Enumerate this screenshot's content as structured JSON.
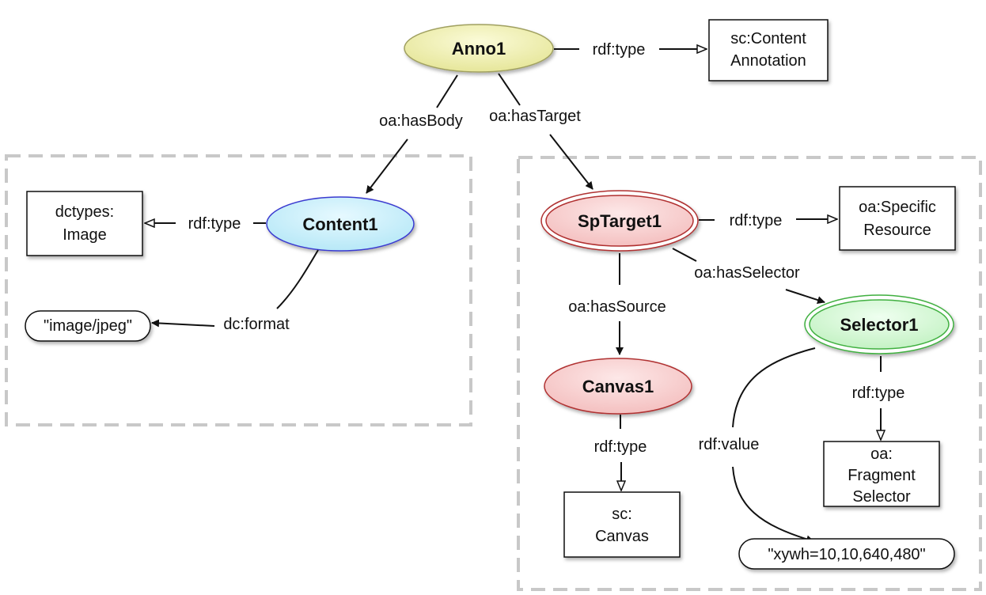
{
  "nodes": {
    "anno1": "Anno1",
    "content1": "Content1",
    "sptarget1": "SpTarget1",
    "canvas1": "Canvas1",
    "selector1": "Selector1"
  },
  "boxes": {
    "content_annotation": [
      "sc:Content",
      "Annotation"
    ],
    "image_type": [
      "dctypes:",
      "Image"
    ],
    "specific_resource": [
      "oa:Specific",
      "Resource"
    ],
    "canvas_type": [
      "sc:",
      "Canvas"
    ],
    "fragment_selector": [
      "oa:",
      "Fragment",
      "Selector"
    ]
  },
  "literals": {
    "mime": "\"image/jpeg\"",
    "xywh": "\"xywh=10,10,640,480\""
  },
  "edges": {
    "anno_type": "rdf:type",
    "has_body": "oa:hasBody",
    "has_target": "oa:hasTarget",
    "content_type": "rdf:type",
    "format": "dc:format",
    "sptarget_type": "rdf:type",
    "has_selector": "oa:hasSelector",
    "has_source": "oa:hasSource",
    "canvas_type": "rdf:type",
    "selector_type": "rdf:type",
    "value": "rdf:value"
  },
  "colors": {
    "anno_fill": "#f3f3b5",
    "anno_stroke": "#a0a060",
    "content_fill": "#cdf1fb",
    "content_stroke": "#3a3ad0",
    "target_fill": "#fbd6d6",
    "target_stroke": "#b03030",
    "selector_fill": "#d9fbd9",
    "selector_stroke": "#40b040",
    "dash": "#c8c8c8"
  }
}
